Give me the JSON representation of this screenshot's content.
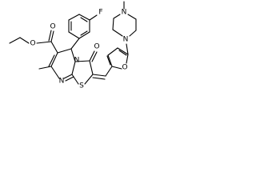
{
  "structure": {
    "atoms": {
      "fluorine": "F",
      "ester_ether_oxygen": "O",
      "ester_carbonyl_oxygen": "O",
      "lactam_carbonyl_oxygen": "O",
      "furan_oxygen": "O",
      "thiazole_nitrogen": "N",
      "pyrimidine_nitrogen": "N",
      "piperazine_nitrogen_1": "N",
      "piperazine_nitrogen_2": "N",
      "sulfur": "S"
    },
    "colors": {
      "bond": "#000000",
      "background": "#ffffff"
    }
  }
}
